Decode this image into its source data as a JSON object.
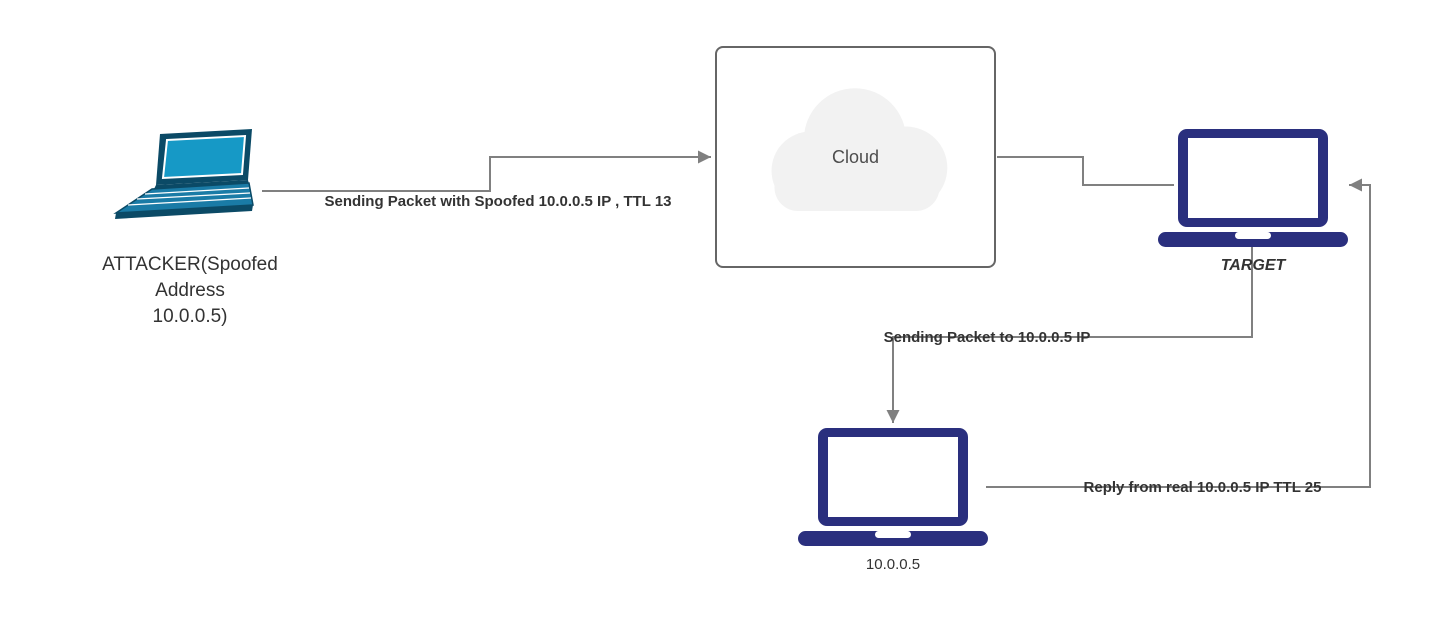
{
  "colors": {
    "attacker_fill": "#1a7ba6",
    "attacker_dark": "#0b4a66",
    "attacker_screen": "#1699c6",
    "laptop_navy": "#2a2f7e",
    "cloud_fill": "#f2f2f2",
    "box_border": "#666666",
    "edge": "#808080",
    "text": "#333333"
  },
  "nodes": {
    "attacker": {
      "label": "ATTACKER(Spoofed\nAddress\n10.0.0.5)"
    },
    "cloud": {
      "label": "Cloud"
    },
    "target": {
      "label": "TARGET"
    },
    "real_host": {
      "label": "10.0.0.5"
    }
  },
  "edges": {
    "attacker_to_cloud": {
      "label": "Sending Packet with Spoofed 10.0.0.5 IP , TTL 13"
    },
    "cloud_to_target": {
      "label": ""
    },
    "target_to_host": {
      "label": "Sending Packet to 10.0.0.5 IP"
    },
    "host_to_target": {
      "label": "Reply from real 10.0.0.5 IP TTL 25"
    }
  }
}
